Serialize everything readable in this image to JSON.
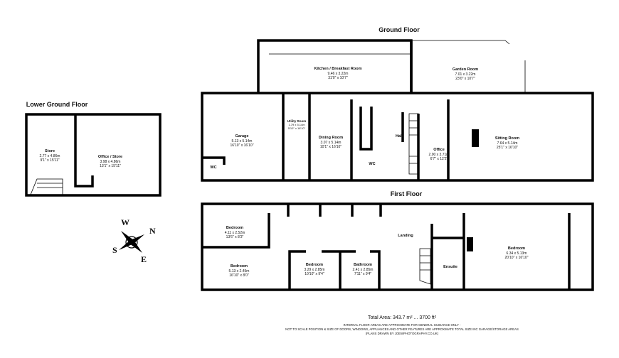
{
  "floors": {
    "lower_ground": {
      "title": "Lower Ground Floor",
      "rooms": [
        {
          "name": "Store",
          "metric": "2.77 x 4.86m",
          "imperial": "9'1\" x 15'11\""
        },
        {
          "name": "Office / Store",
          "metric": "3.98 x 4.86m",
          "imperial": "13'1\" x 15'11\""
        }
      ]
    },
    "ground": {
      "title": "Ground Floor",
      "rooms": [
        {
          "name": "Kitchen / Breakfast Room",
          "metric": "9.46 x 3.22m",
          "imperial": "31'0\" x 10'7\""
        },
        {
          "name": "Garden Room",
          "metric": "7.01 x 3.22m",
          "imperial": "23'0\" x 10'7\""
        },
        {
          "name": "Garage",
          "metric": "5.13 x 5.14m",
          "imperial": "16'10\" x 16'10\""
        },
        {
          "name": "Utility Room",
          "metric": "1.79 x 5.14m",
          "imperial": "5'10\" x 16'10\""
        },
        {
          "name": "Dining Room",
          "metric": "3.07 x 5.14m",
          "imperial": "10'1\" x 16'10\""
        },
        {
          "name": "Hall"
        },
        {
          "name": "Office",
          "metric": "2.00 x 3.71m",
          "imperial": "6'7\" x 12'2\""
        },
        {
          "name": "Sitting Room",
          "metric": "7.64 x 5.14m",
          "imperial": "25'1\" x 16'10\""
        },
        {
          "name": "WC"
        },
        {
          "name": "WC"
        }
      ]
    },
    "first": {
      "title": "First Floor",
      "rooms": [
        {
          "name": "Bedroom",
          "metric": "4.11 x 2.52m",
          "imperial": "13'6\" x 8'3\""
        },
        {
          "name": "Bedroom",
          "metric": "5.13 x 2.45m",
          "imperial": "16'10\" x 8'0\""
        },
        {
          "name": "Bedroom",
          "metric": "3.29 x 2.85m",
          "imperial": "10'10\" x 9'4\""
        },
        {
          "name": "Bathroom",
          "metric": "2.41 x 2.85m",
          "imperial": "7'11\" x 9'4\""
        },
        {
          "name": "Landing"
        },
        {
          "name": "Ensuite"
        },
        {
          "name": "Bedroom",
          "metric": "6.34 x 5.13m",
          "imperial": "20'10\" x 16'10\""
        }
      ]
    }
  },
  "compass": {
    "n": "N",
    "s": "S",
    "e": "E",
    "w": "W"
  },
  "footer": {
    "total_area": "Total Area: 343.7 m² ... 3700 ft²",
    "line1": "INTERNAL FLOOR AREAS ARE APPROXIMATE FOR GENERAL GUIDANCE ONLY -",
    "line2": "NOT TO SCALE POSITION & SIZE OF DOORS, WINDOWS, APPLIANCES AND OTHER FEATURES ARE APPROXIMATE TOTAL SIZE INC GARAGE/STORAGE AREAS",
    "line3": "(PLANS DRAWN BY JOEWPHOTOGRAPHY.CO.UK)"
  },
  "colors": {
    "wall": "#000000",
    "background": "#ffffff"
  }
}
